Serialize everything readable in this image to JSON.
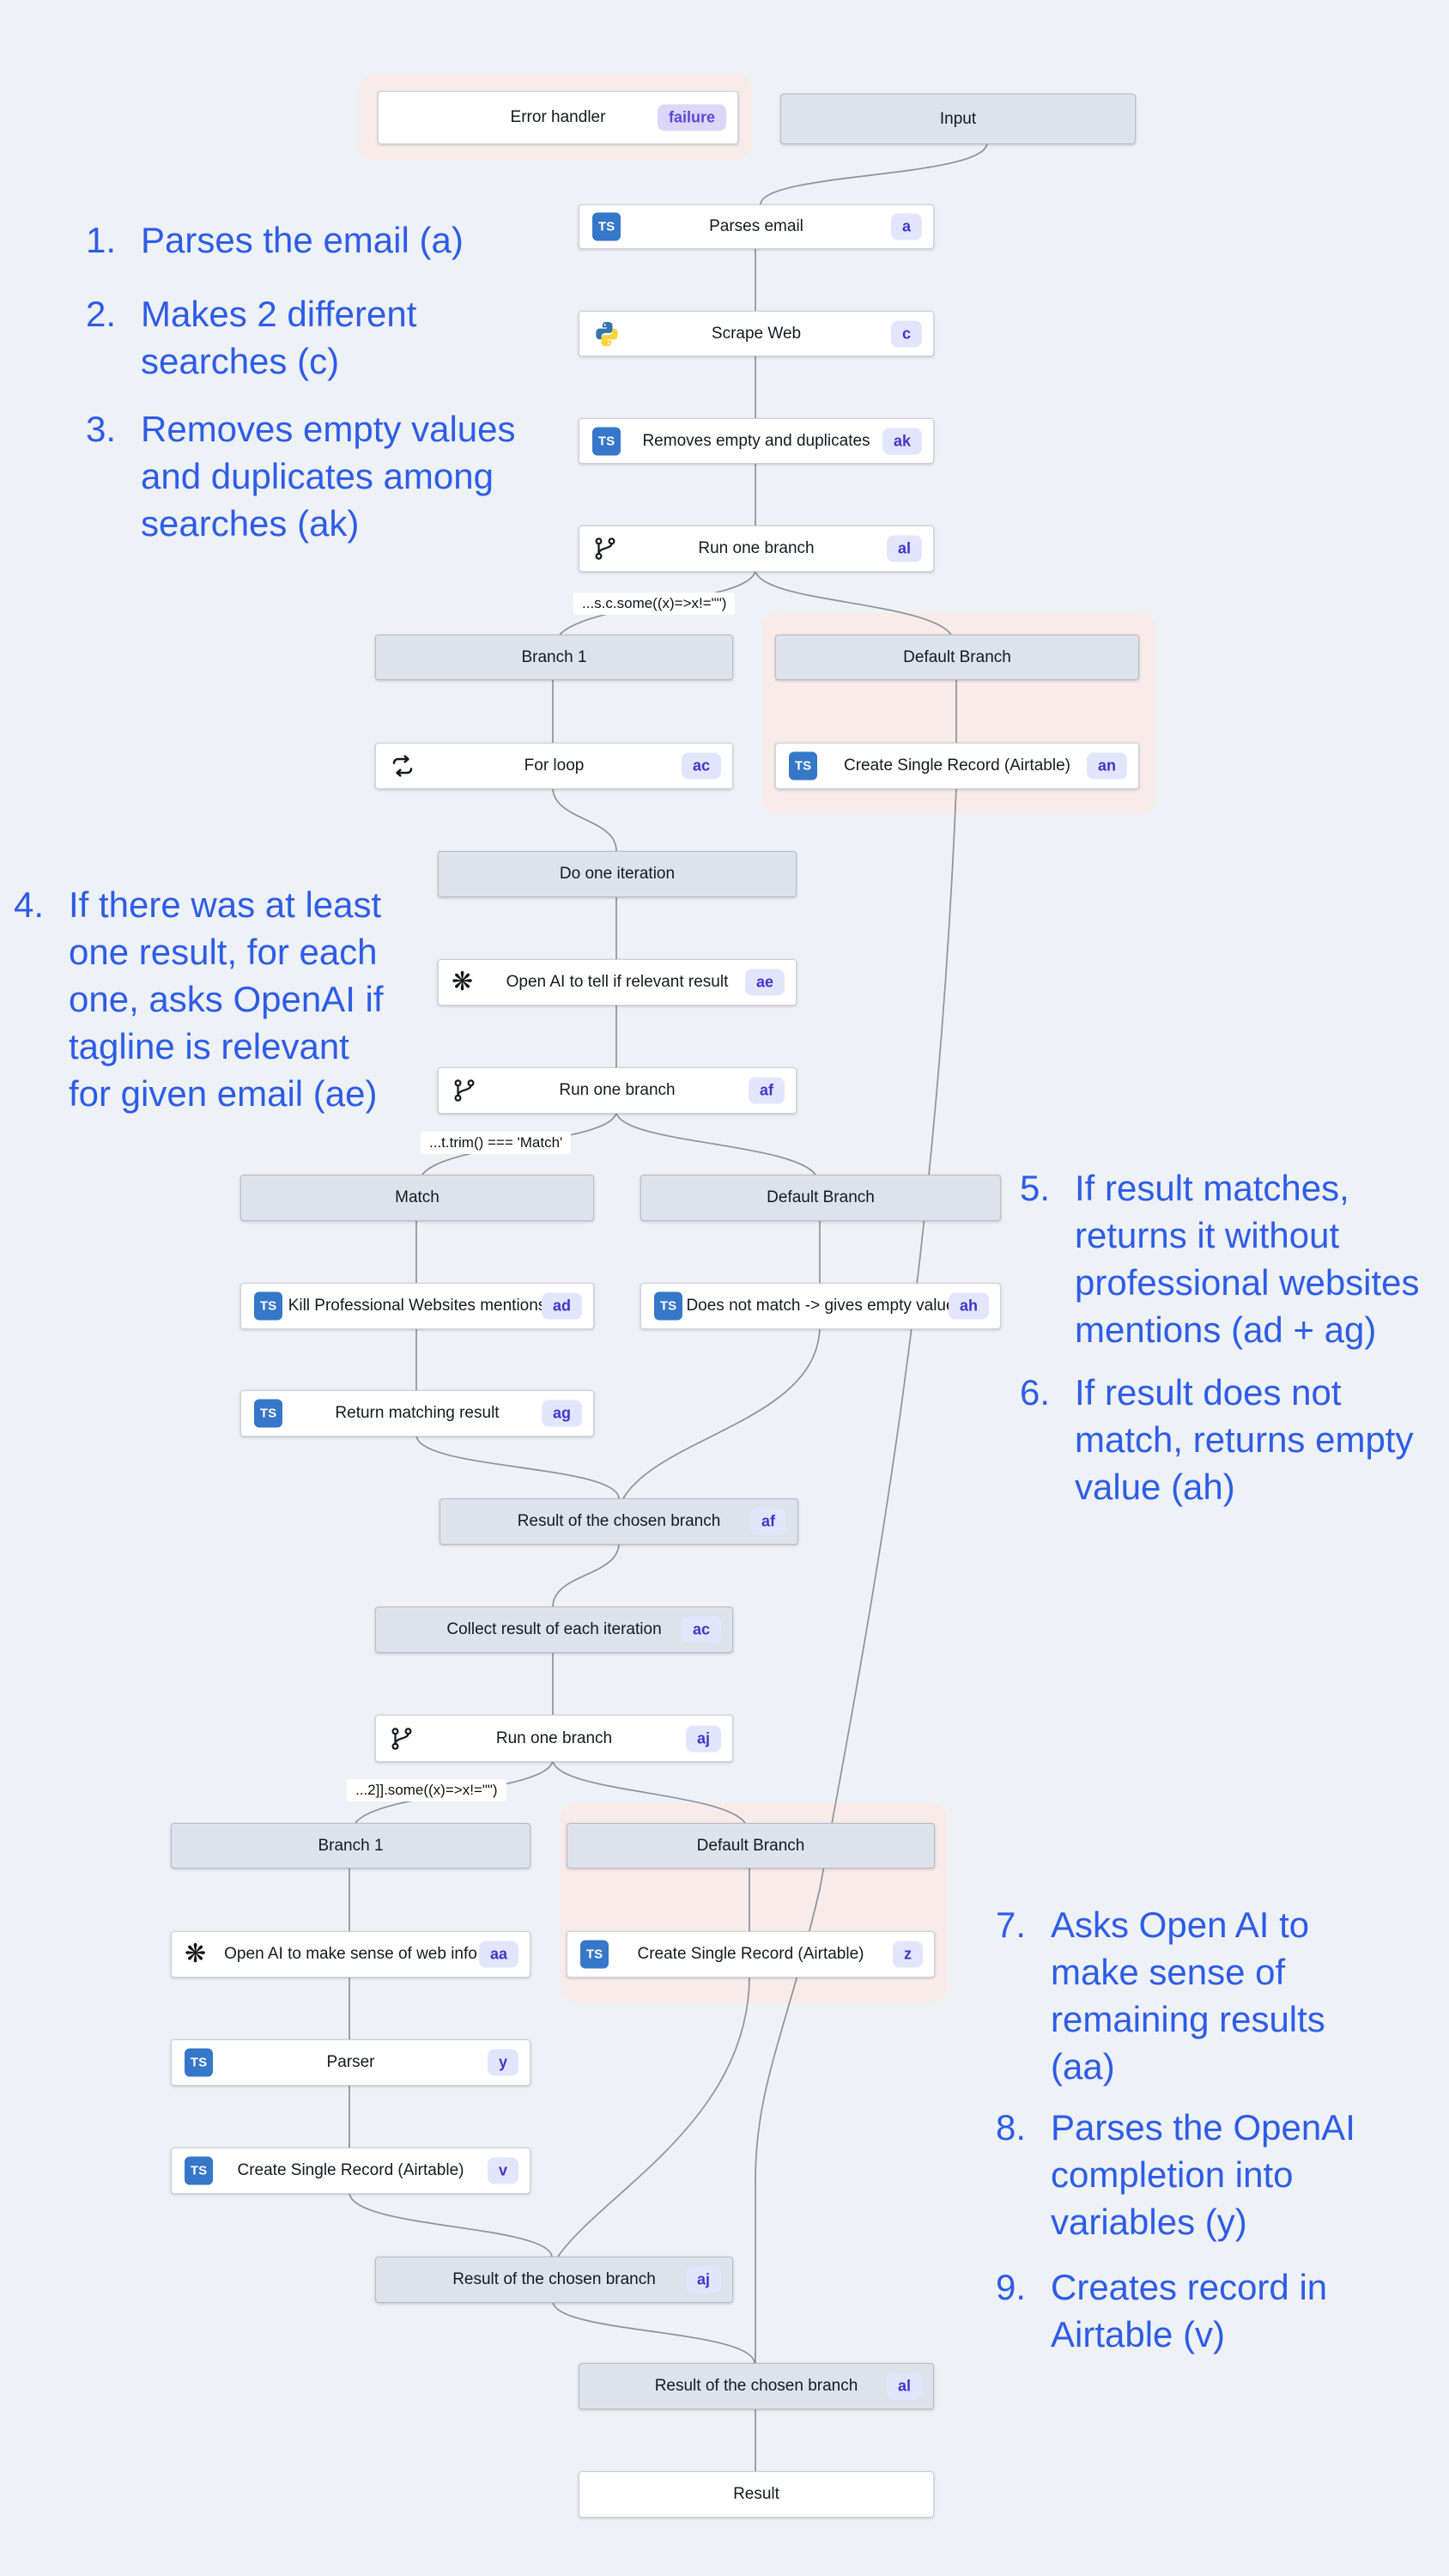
{
  "colors": {
    "background": "#eef1f5",
    "annotation_blue": "#2d5ce6",
    "node_header_bg": "#dde3ea",
    "node_white_bg": "#ffffff",
    "badge_bg": "#e2e6fc",
    "badge_text": "#4334c8",
    "failure_badge_bg": "#dcd6f9",
    "failure_badge_text": "#5a49d8",
    "error_glow": "#f8ebe8",
    "edge": "#8d939b",
    "ts_icon_bg": "#3577c8"
  },
  "icons": {
    "ts": "TS",
    "openai": "❋"
  },
  "nodes": [
    {
      "label": "Error handler",
      "badge": "failure"
    },
    {
      "label": "Input"
    },
    {
      "label": "Parses email",
      "badge": "a"
    },
    {
      "label": "Scrape Web",
      "badge": "c"
    },
    {
      "label": "Removes empty and duplicates",
      "badge": "ak"
    },
    {
      "label": "Run one branch",
      "badge": "al"
    },
    {
      "label": "Branch 1"
    },
    {
      "label": "Default Branch"
    },
    {
      "label": "For loop",
      "badge": "ac"
    },
    {
      "label": "Create Single Record (Airtable)",
      "badge": "an"
    },
    {
      "label": "Do one iteration"
    },
    {
      "label": "Open AI to tell if relevant result",
      "badge": "ae"
    },
    {
      "label": "Run one branch",
      "badge": "af"
    },
    {
      "label": "Match"
    },
    {
      "label": "Default Branch"
    },
    {
      "label": "Kill Professional Websites mentions",
      "badge": "ad"
    },
    {
      "label": "Does not match -> gives empty value",
      "badge": "ah"
    },
    {
      "label": "Return matching result",
      "badge": "ag"
    },
    {
      "label": "Result of the chosen branch",
      "badge": "af"
    },
    {
      "label": "Collect result of each iteration",
      "badge": "ac"
    },
    {
      "label": "Run one branch",
      "badge": "aj"
    },
    {
      "label": "Branch 1"
    },
    {
      "label": "Default Branch"
    },
    {
      "label": "Open AI to make sense of web info",
      "badge": "aa"
    },
    {
      "label": "Create Single Record (Airtable)",
      "badge": "z"
    },
    {
      "label": "Parser",
      "badge": "y"
    },
    {
      "label": "Create Single Record (Airtable)",
      "badge": "v"
    },
    {
      "label": "Result of the chosen branch",
      "badge": "aj"
    },
    {
      "label": "Result of the chosen branch",
      "badge": "al"
    },
    {
      "label": "Result"
    }
  ],
  "conditions": [
    {
      "text": "...s.c.some((x)=>x!=\"\")"
    },
    {
      "text": "...t.trim() === 'Match'"
    },
    {
      "text": "...2]].some((x)=>x!=\"\")"
    }
  ],
  "annotations": [
    {
      "num": "1.",
      "text": "Parses the email (a)"
    },
    {
      "num": "2.",
      "text": "Makes 2 different\nsearches (c)"
    },
    {
      "num": "3.",
      "text": "Removes empty values\nand duplicates among\nsearches (ak)"
    },
    {
      "num": "4.",
      "text": "If there was at least\none result, for each\none, asks OpenAI if\ntagline is relevant\nfor given email (ae)"
    },
    {
      "num": "5.",
      "text": "If result matches,\nreturns it without\nprofessional websites\nmentions (ad + ag)"
    },
    {
      "num": "6.",
      "text": "If result does not\nmatch, returns empty\nvalue (ah)"
    },
    {
      "num": "7.",
      "text": "Asks Open AI to\nmake sense of\nremaining results\n(aa)"
    },
    {
      "num": "8.",
      "text": "Parses the OpenAI\ncompletion into\nvariables (y)"
    },
    {
      "num": "9.",
      "text": "Creates record in\nAirtable (v)"
    }
  ]
}
